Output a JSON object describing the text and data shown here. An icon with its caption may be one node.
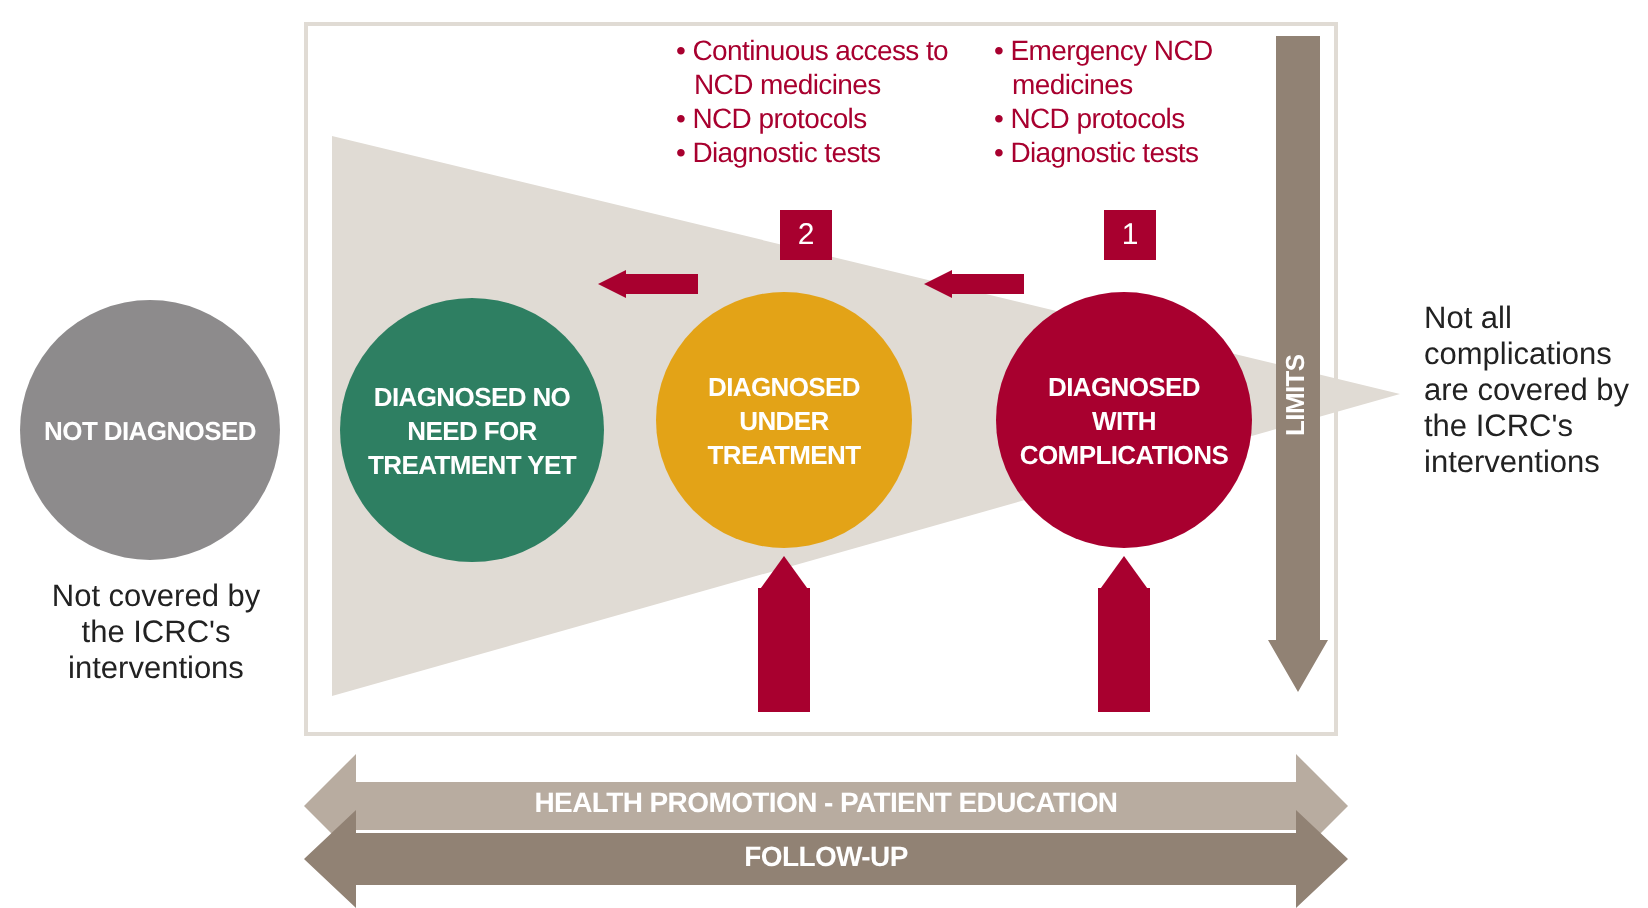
{
  "diagram": {
    "nodes": [
      {
        "text": [
          "NOT DIAGNOSED"
        ],
        "beside": [
          "Not covered by the ICRC's interventions"
        ]
      },
      {
        "text": [
          "DIAGNOSED NO NEED FOR TREATMENT YET"
        ]
      },
      {
        "text": [
          "DIAGNOSED UNDER TREATMENT"
        ]
      },
      {
        "text": [
          "DIAGNOSED WITH COMPLICATIONS"
        ]
      },
      {
        "text": [
          "2"
        ],
        "beside": [
          "• Continuous access to NCD medicines",
          "• NCD protocols",
          "• Diagnostic tests"
        ]
      },
      {
        "text": [
          "1"
        ],
        "beside": [
          "• Emergency NCD medicines",
          "• NCD protocols",
          "• Diagnostic tests"
        ]
      },
      {
        "text": [
          "LIMITS"
        ]
      },
      {
        "text": [
          "HEALTH PROMOTION - PATIENT EDUCATION"
        ]
      },
      {
        "text": [
          "FOLLOW-UP"
        ]
      }
    ],
    "edges": [
      {
        "from": 3,
        "to": 2,
        "arrow": "to"
      },
      {
        "from": 2,
        "to": 1,
        "arrow": "to"
      },
      {
        "from": null,
        "to": 2,
        "arrow": "to",
        "style": "thick"
      },
      {
        "from": null,
        "to": 3,
        "arrow": "to",
        "style": "thick"
      }
    ],
    "labels": [
      "Not all complications are covered by the ICRC's interventions"
    ]
  }
}
